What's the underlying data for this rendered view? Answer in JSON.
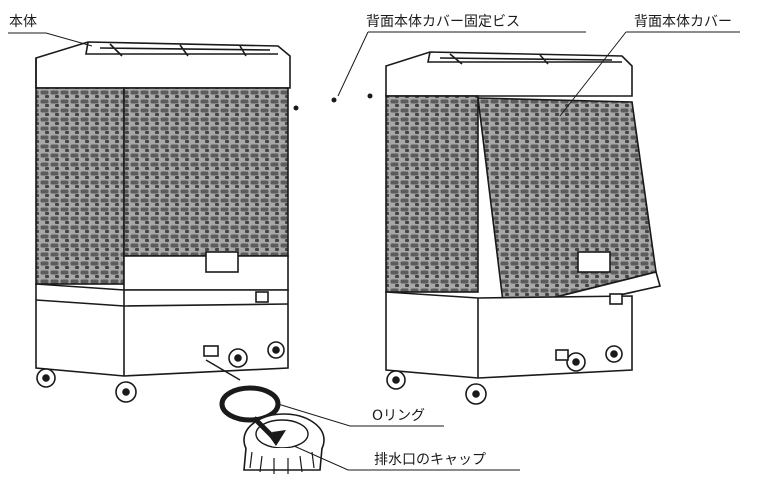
{
  "labels": {
    "main_body": "本体",
    "rear_cover_screws": "背面本体カバー固定ビス",
    "rear_cover": "背面本体カバー",
    "o_ring": "Oリング",
    "drain_cap": "排水口のキャップ"
  },
  "colors": {
    "line": "#1a1a1a",
    "pad_fill": "#9a9a9a",
    "pad_dot": "#3a3a3a",
    "background": "#ffffff"
  }
}
